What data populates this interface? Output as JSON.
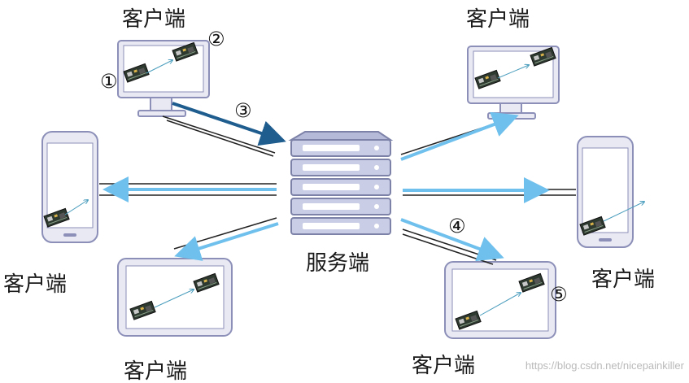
{
  "labels": {
    "client_top_left": "客户端",
    "client_top_right": "客户端",
    "client_left": "客户端",
    "client_right": "客户端",
    "client_bottom_left": "客户端",
    "client_bottom_right": "客户端",
    "server": "服务端"
  },
  "steps": {
    "s1": "①",
    "s2": "②",
    "s3": "③",
    "s4": "④",
    "s5": "⑤"
  },
  "watermark": "https://blog.csdn.net/nicepainkiller",
  "colors": {
    "device_fill": "#e9e9f4",
    "device_stroke": "#8c8fb8",
    "screen_fill": "#ffffff",
    "arrow_dark": "#1f5d8f",
    "arrow_light": "#6fc0ec",
    "line_black": "#222222",
    "server_fill": "#c9cde6",
    "server_stroke": "#7d82a8"
  },
  "icons": {
    "chip": "circuit-board-icon",
    "server": "server-rack-icon",
    "monitor": "monitor-icon",
    "phone": "phone-icon",
    "tablet": "tablet-icon"
  }
}
